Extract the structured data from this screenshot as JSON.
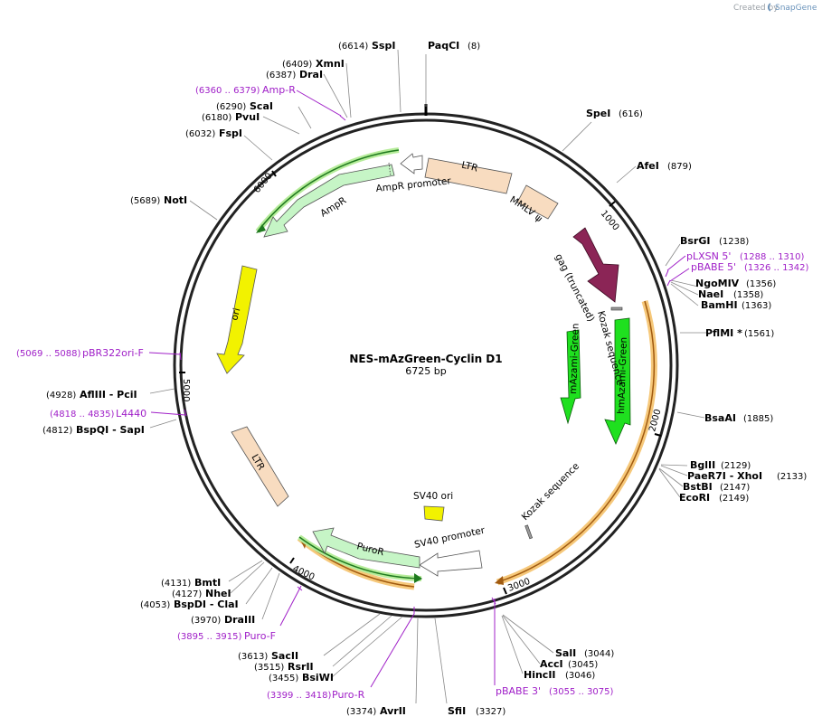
{
  "header": {
    "created_by": "Created by",
    "brand": "SnapGene"
  },
  "plasmid": {
    "name": "NES-mAzGreen-Cyclin D1",
    "length_label": "6725 bp",
    "length": 6725
  },
  "ticks": [
    "1000",
    "2000",
    "3000",
    "4000",
    "5000",
    "6000"
  ],
  "features": [
    {
      "name": "LTR",
      "color": "#f8dcc0"
    },
    {
      "name": "MMLV ψ",
      "color": "#f8dcc0"
    },
    {
      "name": "gag (truncated)",
      "color": "#8b2556"
    },
    {
      "name": "Kozak sequence",
      "color": "#9a9a9a"
    },
    {
      "name": "hmAzami-Green",
      "color": "#1fe01f"
    },
    {
      "name": "mAzami-Green",
      "color": "#1fe01f"
    },
    {
      "name": "Kozak sequence",
      "color": "#9a9a9a"
    },
    {
      "name": "SV40 promoter",
      "color": "#ffffff"
    },
    {
      "name": "SV40 ori",
      "color": "#f2f200"
    },
    {
      "name": "PuroR",
      "color": "#c6f5c6"
    },
    {
      "name": "LTR",
      "color": "#f8dcc0"
    },
    {
      "name": "ori",
      "color": "#f2f200"
    },
    {
      "name": "AmpR",
      "color": "#c6f5c6"
    },
    {
      "name": "AmpR promoter",
      "color": "#ffffff"
    }
  ],
  "sites": [
    {
      "name": "PaqCI",
      "pos": "(8)"
    },
    {
      "name": "SpeI",
      "pos": "(616)"
    },
    {
      "name": "AfeI",
      "pos": "(879)"
    },
    {
      "name": "BsrGI",
      "pos": "(1238)"
    },
    {
      "name": "NgoMIV",
      "pos": "(1356)"
    },
    {
      "name": "NaeI",
      "pos": "(1358)"
    },
    {
      "name": "BamHI",
      "pos": "(1363)"
    },
    {
      "name": "PflMI *",
      "pos": "(1561)"
    },
    {
      "name": "BsaAI",
      "pos": "(1885)"
    },
    {
      "name": "BglII",
      "pos": "(2129)"
    },
    {
      "name": "PaeR7I  - XhoI",
      "pos": "(2133)"
    },
    {
      "name": "BstBI",
      "pos": "(2147)"
    },
    {
      "name": "EcoRI",
      "pos": "(2149)"
    },
    {
      "name": "SalI",
      "pos": "(3044)"
    },
    {
      "name": "AccI",
      "pos": "(3045)"
    },
    {
      "name": "HincII",
      "pos": "(3046)"
    },
    {
      "name": "SfiI",
      "pos": "(3327)"
    },
    {
      "name": "AvrII",
      "pos": "(3374)"
    },
    {
      "name": "BsiWI",
      "pos": "(3455)"
    },
    {
      "name": "RsrII",
      "pos": "(3515)"
    },
    {
      "name": "SacII",
      "pos": "(3613)"
    },
    {
      "name": "DraIII",
      "pos": "(3970)"
    },
    {
      "name": "BspDI  - ClaI",
      "pos": "(4053)"
    },
    {
      "name": "NheI",
      "pos": "(4127)"
    },
    {
      "name": "BmtI",
      "pos": "(4131)"
    },
    {
      "name": "BspQI  - SapI",
      "pos": "(4812)"
    },
    {
      "name": "AflIII  - PciI",
      "pos": "(4928)"
    },
    {
      "name": "NotI",
      "pos": "(5689)"
    },
    {
      "name": "FspI",
      "pos": "(6032)"
    },
    {
      "name": "PvuI",
      "pos": "(6180)"
    },
    {
      "name": "ScaI",
      "pos": "(6290)"
    },
    {
      "name": "DraI",
      "pos": "(6387)"
    },
    {
      "name": "XmnI",
      "pos": "(6409)"
    },
    {
      "name": "SspI",
      "pos": "(6614)"
    }
  ],
  "primers": [
    {
      "name": "pLXSN 5'",
      "pos": "(1288 .. 1310)"
    },
    {
      "name": "pBABE 5'",
      "pos": "(1326 .. 1342)"
    },
    {
      "name": "pBABE 3'",
      "pos": "(3055 .. 3075)"
    },
    {
      "name": "Puro-R",
      "pos": "(3399 .. 3418)"
    },
    {
      "name": "Puro-F",
      "pos": "(3895 .. 3915)"
    },
    {
      "name": "L4440",
      "pos": "(4818 .. 4835)"
    },
    {
      "name": "pBR322ori-F",
      "pos": "(5069 .. 5088)"
    },
    {
      "name": "Amp-R",
      "pos": "(6360 .. 6379)"
    }
  ]
}
